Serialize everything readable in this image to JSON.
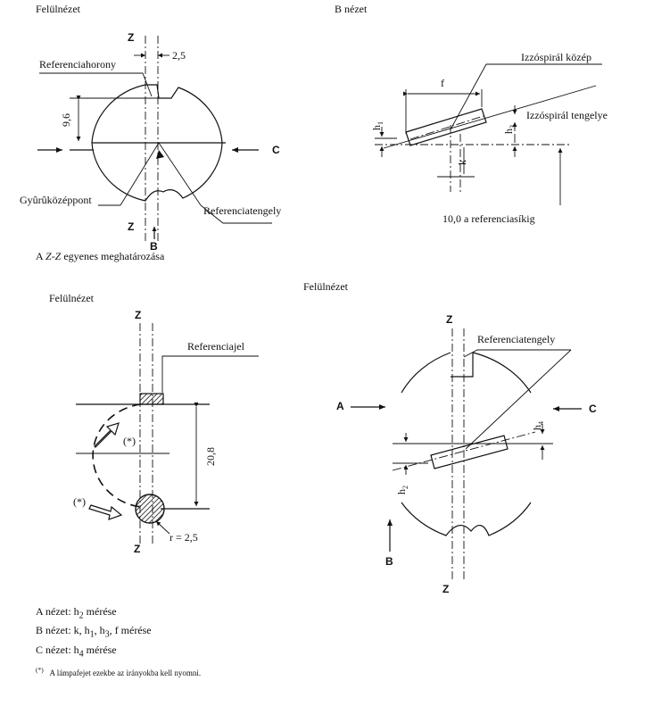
{
  "panels": {
    "p1": {
      "title": "Felülnézet",
      "z_label": "Z",
      "dim_gap": "2,5",
      "dim_height": "9,6",
      "label_groove": "Referenciahorony",
      "label_center": "Gyûrûközéppont",
      "label_axis": "Referenciatengely",
      "arrow_c": "C",
      "arrow_b": "B",
      "caption_prefix": "A ",
      "caption_italic": "Z-Z",
      "caption_suffix": " egyenes meghatározása"
    },
    "p2": {
      "title": "B nézet",
      "label_f": "f",
      "label_filament_center": "Izzóspirál közép",
      "label_filament_axis": "Izzóspirál tengelye",
      "label_h1": "h",
      "sub_h1": "1",
      "label_h3": "h",
      "sub_h3": "3",
      "label_k": "k",
      "label_ref_plane": "10,0 a referenciasíkig"
    },
    "p3": {
      "title": "Felülnézet",
      "z_label": "Z",
      "label_ref_mark": "Referenciajel",
      "star_mark": "(*)",
      "dim_height": "20,8",
      "label_radius": "r = 2,5"
    },
    "p4": {
      "title": "Felülnézet",
      "z_label": "Z",
      "label_axis": "Referenciatengely",
      "arrow_a": "A",
      "arrow_c": "C",
      "arrow_b": "B",
      "label_h2": "h",
      "sub_h2": "2",
      "label_h4": "h",
      "sub_h4": "4"
    }
  },
  "legend": {
    "line_a": "A nézet: h",
    "line_a_sub": "2",
    "line_a_rest": " mérése",
    "line_b": "B nézet: k, h",
    "line_b_sub1": "1",
    "line_b_mid": ", h",
    "line_b_sub3": "3",
    "line_b_rest": ", f mérése",
    "line_c": "C nézet: h",
    "line_c_sub": "4",
    "line_c_rest": " mérése",
    "footnote_mark": "(*)",
    "footnote": "A lámpafejet ezekbe az irányokba kell nyomni."
  }
}
